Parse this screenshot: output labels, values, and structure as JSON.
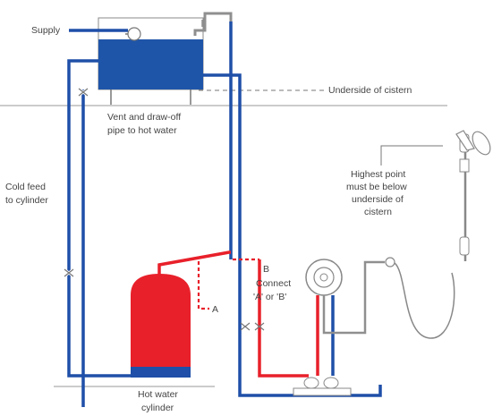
{
  "labels": {
    "supply": "Supply",
    "underside": "Underside of cistern",
    "vent_line1": "Vent and draw-off",
    "vent_line2": "pipe to hot water",
    "cold_line1": "Cold feed",
    "cold_line2": "to cylinder",
    "highest_line1": "Highest point",
    "highest_line2": "must be below",
    "highest_line3": "underside of",
    "highest_line4": "cistern",
    "b": "B",
    "connect_line1": "Connect",
    "connect_line2": "'A' or 'B'",
    "a": "A",
    "cylinder_line1": "Hot water",
    "cylinder_line2": "cylinder"
  },
  "colors": {
    "cold_water": "#1f4fa8",
    "hot_water": "#e8202a",
    "cistern": "#1f55a8",
    "outline": "#888888",
    "text": "#444444"
  },
  "icons": {
    "valve": "gate-valve-icon",
    "float": "ball-valve-icon",
    "shower": "shower-head-icon"
  }
}
